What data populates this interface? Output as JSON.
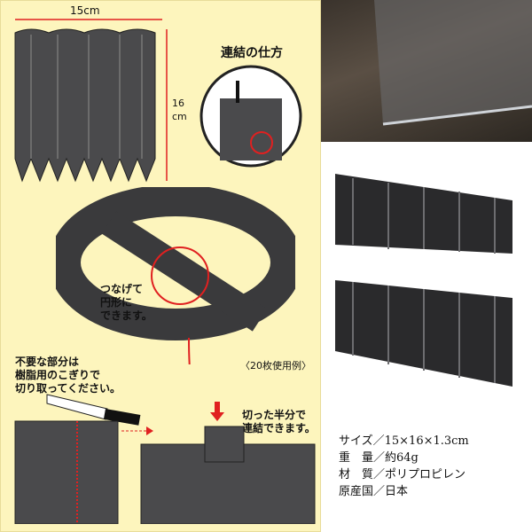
{
  "diagram": {
    "width_label": "15cm",
    "height_label": "16\ncm",
    "connect_title": "連結の仕方",
    "circle_note": "つなげて\n円形に\nできます。",
    "example_note": "〈20枚使用例〉",
    "cut_note": "不要な部分は\n樹脂用のこぎりで\n切り取ってください。",
    "half_note": "切った半分で\n連結できます。"
  },
  "specs": [
    "サイズ／15×16×1.3cm",
    "重　量／約64g",
    "材　質／ポリプロピレン",
    "原産国／日本"
  ],
  "colors": {
    "panel": "#fdf5bd",
    "accent": "#e02020",
    "product": "#3a3a3c"
  }
}
